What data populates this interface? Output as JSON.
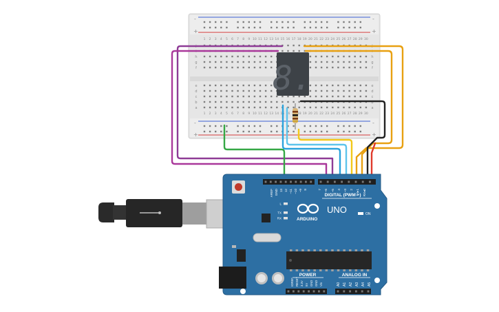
{
  "breadboard": {
    "plus_label": "+",
    "minus_label": "-",
    "row_letters_top": [
      "j",
      "i",
      "h",
      "g",
      "f"
    ],
    "row_letters_bottom": [
      "e",
      "d",
      "c",
      "b",
      "a"
    ],
    "column_numbers": [
      "1",
      "2",
      "3",
      "4",
      "5",
      "6",
      "7",
      "8",
      "9",
      "10",
      "11",
      "12",
      "13",
      "14",
      "15",
      "16",
      "17",
      "18",
      "19",
      "20",
      "21",
      "22",
      "23",
      "24",
      "25",
      "26",
      "27",
      "28",
      "29",
      "30"
    ]
  },
  "display": {
    "digit": "8."
  },
  "arduino": {
    "brand": "ARDUINO",
    "model": "UNO",
    "digital_label": "DIGITAL (PWM ~)",
    "power_label": "POWER",
    "analog_label": "ANALOG IN",
    "on_label": "ON",
    "header_top_labels": [
      "AREF",
      "GND",
      "13",
      "12",
      "~11",
      "~10",
      "~9",
      "8",
      "7",
      "~6",
      "~5",
      "4",
      "~3",
      "2",
      "TX▸1",
      "RX◂0"
    ],
    "header_power_labels": [
      "IOREF",
      "RESET",
      "3.3V",
      "5V",
      "GND",
      "GND",
      "Vin"
    ],
    "header_analog_labels": [
      "A0",
      "A1",
      "A2",
      "A3",
      "A4",
      "A5"
    ],
    "led_labels": [
      "L",
      "TX",
      "RX"
    ]
  },
  "colors": {
    "board_blue": "#2d6fa3",
    "wire_purple": "#8e3b96",
    "wire_magenta": "#a9379a",
    "wire_orange": "#e8a011",
    "wire_yellow": "#f2c81a",
    "wire_blue": "#2aa3dc",
    "wire_cyan": "#5ec4ec",
    "wire_red": "#e03a2c",
    "wire_green": "#35a845",
    "wire_black": "#222222"
  }
}
